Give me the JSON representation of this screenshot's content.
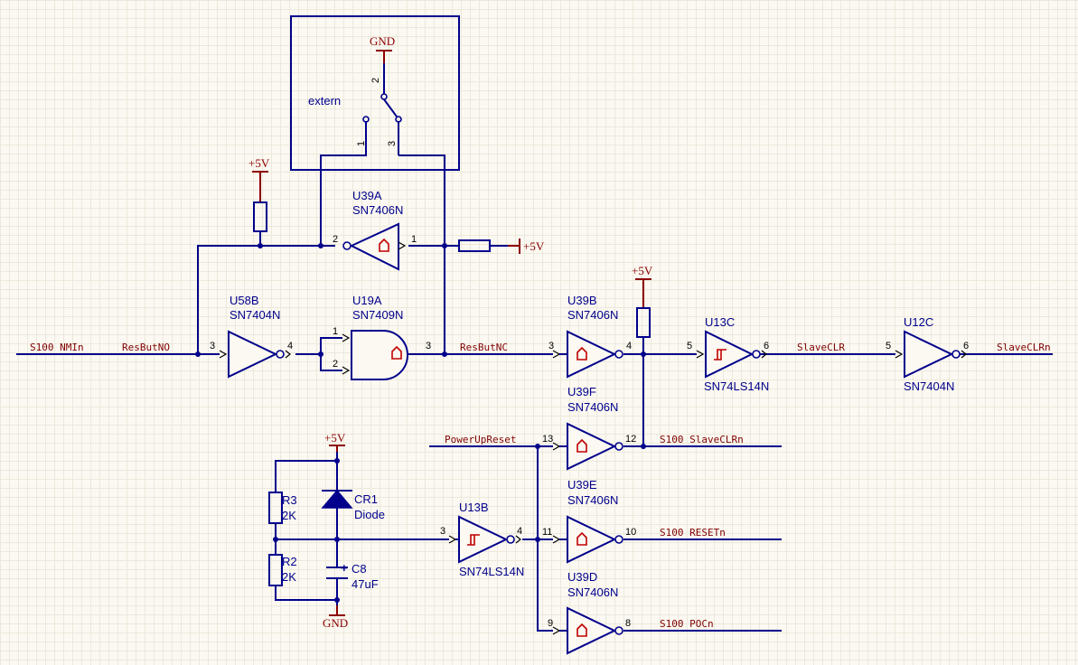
{
  "power": {
    "vcc": "+5V",
    "gnd": "GND"
  },
  "switch": {
    "label": "extern",
    "pin1": "1",
    "pin2": "2",
    "pin3": "3"
  },
  "nets": {
    "s100_nmi": "S100 NMIn",
    "resbut_no": "ResButNO",
    "resbut_nc": "ResButNC",
    "slave_clr": "SlaveCLR",
    "slave_clrn_out": "SlaveCLRn",
    "s100_slave_clrn": "S100 SlaveCLRn",
    "power_up_reset": "PowerUpReset",
    "s100_resetn": "S100 RESETn",
    "s100_pocn": "S100 POCn"
  },
  "components": {
    "u39a": {
      "ref": "U39A",
      "value": "SN7406N",
      "pin_in": "1",
      "pin_out": "2"
    },
    "u58b": {
      "ref": "U58B",
      "value": "SN7404N",
      "pin_in": "3",
      "pin_out": "4"
    },
    "u19a": {
      "ref": "U19A",
      "value": "SN7409N",
      "pin_in1": "1",
      "pin_in2": "2",
      "pin_out": "3"
    },
    "u39b": {
      "ref": "U39B",
      "value": "SN7406N",
      "pin_in": "3",
      "pin_out": "4"
    },
    "u13c": {
      "ref": "U13C",
      "value": "SN74LS14N",
      "pin_in": "5",
      "pin_out": "6"
    },
    "u12c": {
      "ref": "U12C",
      "value": "SN7404N",
      "pin_in": "5",
      "pin_out": "6"
    },
    "u39f": {
      "ref": "U39F",
      "value": "SN7406N",
      "pin_in": "13",
      "pin_out": "12"
    },
    "u39e": {
      "ref": "U39E",
      "value": "SN7406N",
      "pin_in": "11",
      "pin_out": "10"
    },
    "u39d": {
      "ref": "U39D",
      "value": "SN7406N",
      "pin_in": "9",
      "pin_out": "8"
    },
    "u13b": {
      "ref": "U13B",
      "value": "SN74LS14N",
      "pin_in": "3",
      "pin_out": "4"
    },
    "r3": {
      "ref": "R3",
      "value": "2K"
    },
    "r2": {
      "ref": "R2",
      "value": "2K"
    },
    "cr1": {
      "ref": "CR1",
      "value": "Diode"
    },
    "c8": {
      "ref": "C8",
      "value": "47uF",
      "polarity": "+"
    }
  }
}
